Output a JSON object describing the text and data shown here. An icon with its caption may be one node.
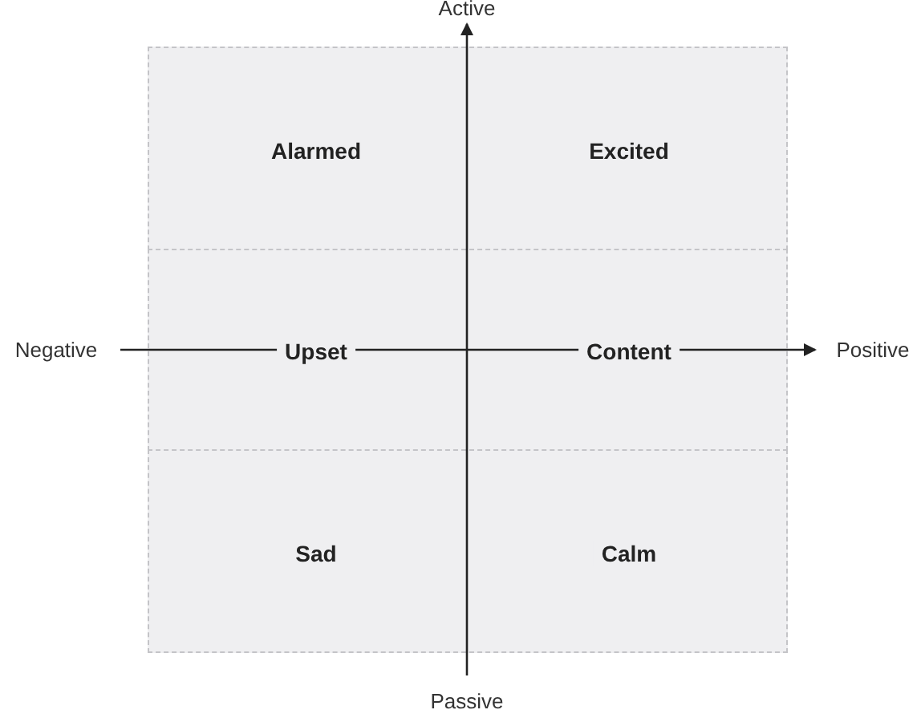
{
  "diagram": {
    "nodes": [
      {
        "text": [
          "Alarmed",
          "Excited"
        ]
      },
      {
        "text": [
          "Upset",
          "Content"
        ]
      },
      {
        "text": [
          "Sad",
          "Calm"
        ]
      }
    ],
    "labels": [
      "Active",
      "Negative",
      "Positive",
      "Passive"
    ]
  }
}
